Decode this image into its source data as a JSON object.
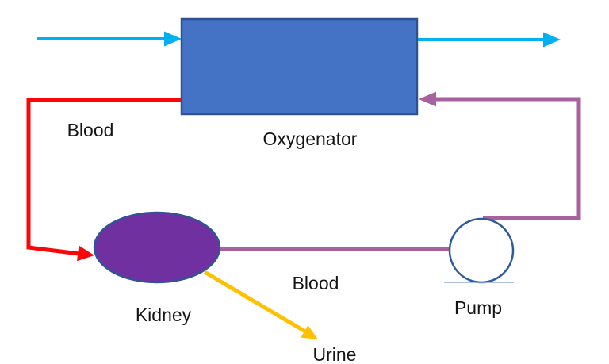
{
  "diagram": {
    "nodes": {
      "oxygenator": {
        "label": "Oxygenator"
      },
      "kidney": {
        "label": "Kidney"
      },
      "pump": {
        "label": "Pump"
      }
    },
    "flow_labels": {
      "blood_upper": "Blood",
      "blood_lower": "Blood",
      "urine": "Urine"
    },
    "colors": {
      "oxygenator_fill": "#4472c4",
      "oxygenator_border": "#2f528f",
      "kidney_fill": "#7030a0",
      "kidney_border": "#305496",
      "pump_border": "#2e5b9e",
      "pump_base": "#8faadc",
      "gas_flow": "#00b0f0",
      "blood_red": "#fb0606",
      "blood_purple": "#a8609e",
      "urine_yellow": "#ffc000",
      "label_text": "#141414"
    }
  }
}
